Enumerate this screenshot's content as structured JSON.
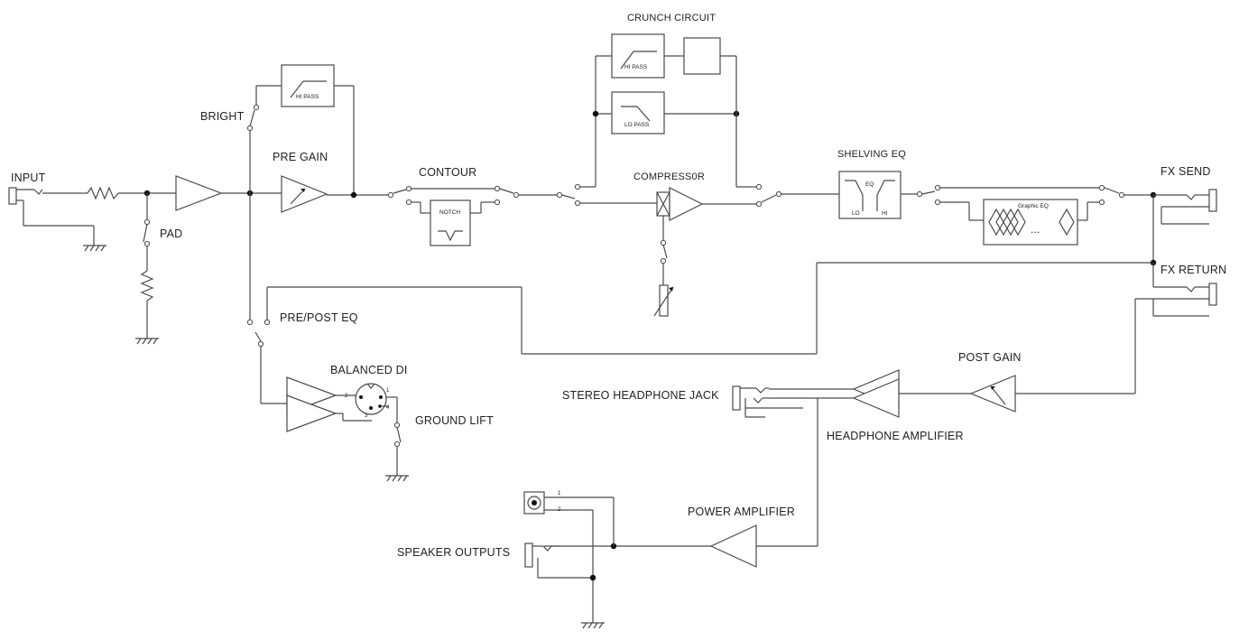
{
  "labels": {
    "input": "INPUT",
    "pad": "PAD",
    "bright": "BRIGHT",
    "pre_gain": "PRE GAIN",
    "contour": "CONTOUR",
    "crunch_circuit": "CRUNCH CIRCUIT",
    "compressor": "COMPRESS0R",
    "shelving_eq": "SHELVING EQ",
    "fx_send": "FX SEND",
    "fx_return": "FX RETURN",
    "pre_post_eq": "PRE/POST EQ",
    "balanced_di": "BALANCED DI",
    "ground_lift": "GROUND LIFT",
    "post_gain": "POST GAIN",
    "stereo_headphone_jack": "STEREO HEADPHONE JACK",
    "headphone_amplifier": "HEADPHONE AMPLIFIER",
    "power_amplifier": "POWER AMPLIFIER",
    "speaker_outputs": "SPEAKER OUTPUTS"
  },
  "blocks": {
    "bright_filter": "HI PASS",
    "crunch_hi_pass": "HI PASS",
    "crunch_lo_pass": "LO PASS",
    "notch": "NOTCH",
    "eq": "EQ",
    "eq_lo": "LO",
    "eq_hi": "HI",
    "graphic_eq": "Graphic EQ",
    "ellipsis": "..."
  },
  "pins": {
    "xlr_1": "1",
    "xlr_2": "2",
    "xlr_3": "3",
    "xlr_4": "4",
    "speakon_1": "1",
    "speakon_2": "2"
  }
}
